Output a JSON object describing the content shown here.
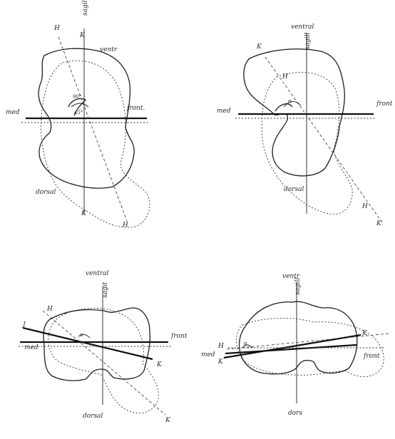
{
  "panels": [
    {
      "id": "top-left",
      "labels": {
        "sagittal": "sagill",
        "ventral": "ventr",
        "dorsal": "dorsal",
        "frontal": "front.",
        "medial": "med",
        "k_top": "K",
        "h_top": "H",
        "k_bottom": "K",
        "h_bottom": "H",
        "angle_a": "90°",
        "angle_b": "45°"
      }
    },
    {
      "id": "top-right",
      "labels": {
        "sagittal": "sagill",
        "ventral": "ventral",
        "dorsal": "dorsal",
        "frontal": "front",
        "medial": "med",
        "k_top": "K",
        "h_top": "H",
        "h_bottom": "H",
        "k_bottom": "K",
        "angle_a": "α"
      }
    },
    {
      "id": "bottom-left",
      "labels": {
        "sagittal": "sagit",
        "ventral": "ventral",
        "dorsal": "dorsal",
        "frontal": "front",
        "medial": "med",
        "h_top": "H",
        "j_label": "J",
        "k_right": "K",
        "k_bottom": "K",
        "angle_a": "α"
      }
    },
    {
      "id": "bottom-right",
      "labels": {
        "sagittal": "sagill",
        "ventral": "ventr",
        "dorsal": "dors",
        "frontal": "front",
        "medial": "med",
        "h_left": "H",
        "k_left": "K",
        "k_right": "K",
        "angle_a": "α"
      }
    }
  ]
}
